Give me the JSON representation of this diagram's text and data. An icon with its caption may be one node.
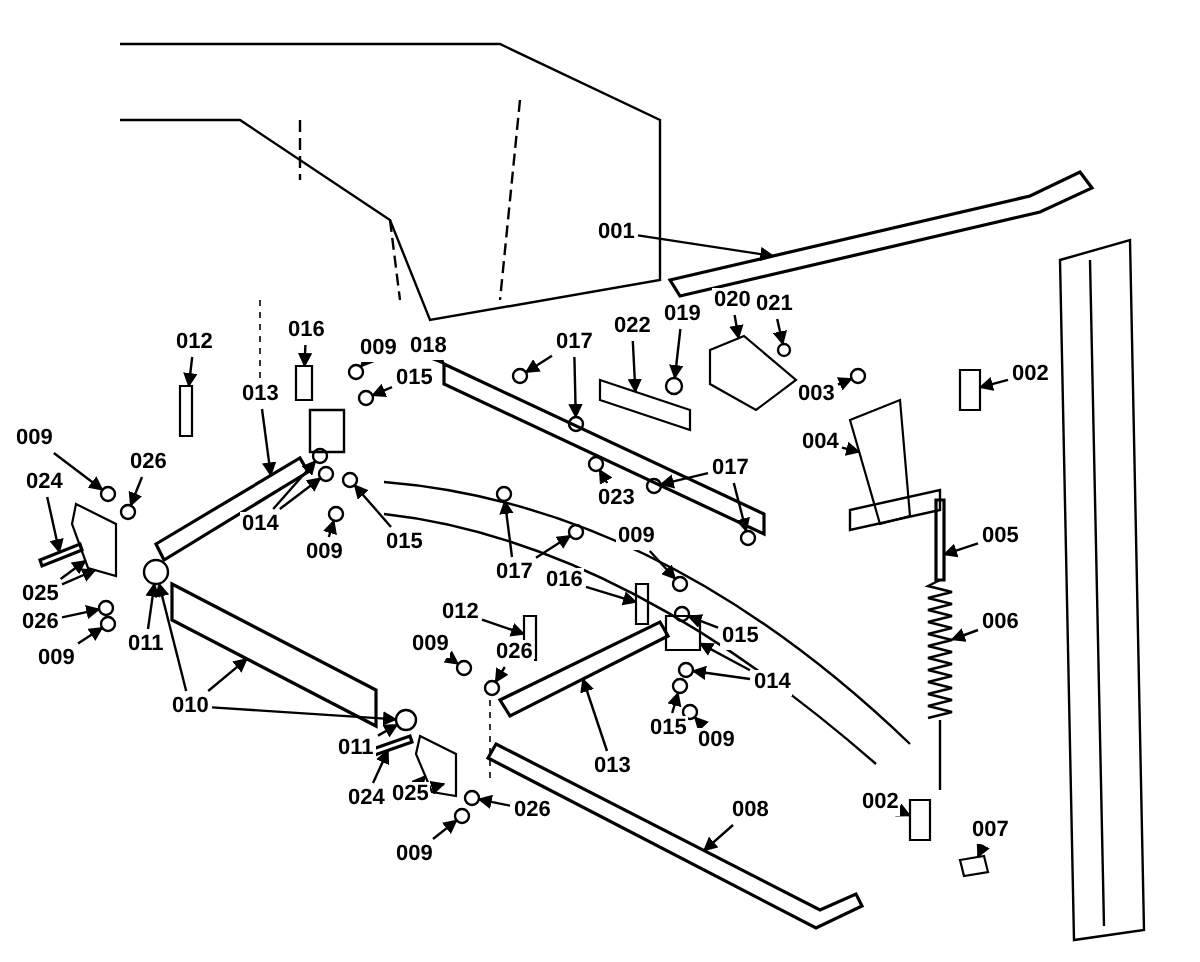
{
  "diagram": {
    "nodes": [
      {
        "text": [
          "001"
        ]
      },
      {
        "text": [
          "020"
        ]
      },
      {
        "text": [
          "021"
        ]
      },
      {
        "text": [
          "019"
        ]
      },
      {
        "text": [
          "022"
        ]
      },
      {
        "text": [
          "016"
        ]
      },
      {
        "text": [
          "017"
        ]
      },
      {
        "text": [
          "018"
        ]
      },
      {
        "text": [
          "009"
        ]
      },
      {
        "text": [
          "012"
        ]
      },
      {
        "text": [
          "002"
        ]
      },
      {
        "text": [
          "015"
        ]
      },
      {
        "text": [
          "003"
        ]
      },
      {
        "text": [
          "013"
        ]
      },
      {
        "text": [
          "009"
        ]
      },
      {
        "text": [
          "004"
        ]
      },
      {
        "text": [
          "026"
        ]
      },
      {
        "text": [
          "023"
        ]
      },
      {
        "text": [
          "017"
        ]
      },
      {
        "text": [
          "024"
        ]
      },
      {
        "text": [
          "014"
        ]
      },
      {
        "text": [
          "005"
        ]
      },
      {
        "text": [
          "015"
        ]
      },
      {
        "text": [
          "009"
        ]
      },
      {
        "text": [
          "017"
        ]
      },
      {
        "text": [
          "016"
        ]
      },
      {
        "text": [
          "025"
        ]
      },
      {
        "text": [
          "009"
        ]
      },
      {
        "text": [
          "012"
        ]
      },
      {
        "text": [
          "026"
        ]
      },
      {
        "text": [
          "006"
        ]
      },
      {
        "text": [
          "015"
        ]
      },
      {
        "text": [
          "011"
        ]
      },
      {
        "text": [
          "009"
        ]
      },
      {
        "text": [
          "009"
        ]
      },
      {
        "text": [
          "026"
        ]
      },
      {
        "text": [
          "014"
        ]
      },
      {
        "text": [
          "010"
        ]
      },
      {
        "text": [
          "015"
        ]
      },
      {
        "text": [
          "009"
        ]
      },
      {
        "text": [
          "011"
        ]
      },
      {
        "text": [
          "013"
        ]
      },
      {
        "text": [
          "024"
        ]
      },
      {
        "text": [
          "025"
        ]
      },
      {
        "text": [
          "002"
        ]
      },
      {
        "text": [
          "008"
        ]
      },
      {
        "text": [
          "026"
        ]
      },
      {
        "text": [
          "007"
        ]
      },
      {
        "text": [
          "009"
        ]
      },
      {
        "text": [],
        "shape": "bar"
      },
      {
        "text": [],
        "shape": "box"
      },
      {
        "text": [],
        "shape": "circle"
      },
      {
        "text": [],
        "shape": "circle"
      },
      {
        "text": [],
        "shape": "box"
      },
      {
        "text": [],
        "shape": "box"
      },
      {
        "text": [],
        "shape": "circle"
      },
      {
        "text": [],
        "shape": "circle"
      },
      {
        "text": [],
        "shape": "bar"
      },
      {
        "text": [],
        "shape": "circle"
      },
      {
        "text": [],
        "shape": "box"
      },
      {
        "text": [],
        "shape": "box"
      },
      {
        "text": [],
        "shape": "circle"
      },
      {
        "text": [],
        "shape": "circle"
      },
      {
        "text": [],
        "shape": "bar"
      },
      {
        "text": [],
        "shape": "circle"
      },
      {
        "text": [],
        "shape": "box"
      },
      {
        "text": [],
        "shape": "circle"
      },
      {
        "text": [],
        "shape": "circle"
      },
      {
        "text": [],
        "shape": "circle"
      },
      {
        "text": [],
        "shape": "circle"
      },
      {
        "text": [],
        "shape": "bar"
      },
      {
        "text": [],
        "shape": "circle"
      },
      {
        "text": [],
        "shape": "circle"
      },
      {
        "text": [],
        "shape": "bar"
      },
      {
        "text": [],
        "shape": "circle"
      },
      {
        "text": [],
        "shape": "circle"
      },
      {
        "text": [],
        "shape": "circle"
      },
      {
        "text": [],
        "shape": "circle"
      },
      {
        "text": [],
        "shape": "box"
      },
      {
        "text": [],
        "shape": "box"
      },
      {
        "text": [],
        "shape": "circle"
      },
      {
        "text": [],
        "shape": "box"
      },
      {
        "text": [],
        "shape": "circle"
      },
      {
        "text": [],
        "shape": "picture"
      },
      {
        "text": [],
        "shape": "circle"
      },
      {
        "text": [],
        "shape": "circle"
      },
      {
        "text": [],
        "shape": "circle"
      },
      {
        "text": [],
        "shape": "circle"
      },
      {
        "text": [],
        "shape": "circle"
      },
      {
        "text": [],
        "shape": "box"
      },
      {
        "text": [],
        "shape": "circle"
      },
      {
        "text": [],
        "shape": "bar"
      },
      {
        "text": [],
        "shape": "circle"
      },
      {
        "text": [],
        "shape": "circle"
      },
      {
        "text": [],
        "shape": "circle"
      },
      {
        "text": [],
        "shape": "bar"
      },
      {
        "text": [],
        "shape": "bar"
      },
      {
        "text": [],
        "shape": "box"
      },
      {
        "text": [],
        "shape": "box"
      },
      {
        "text": [],
        "shape": "bar"
      },
      {
        "text": [],
        "shape": "circle"
      },
      {
        "text": [],
        "shape": "box"
      },
      {
        "text": [],
        "shape": "circle"
      }
    ],
    "edges": [
      {
        "from": 0,
        "to": 49,
        "arrow": "to"
      },
      {
        "from": 1,
        "to": 50,
        "arrow": "to"
      },
      {
        "from": 2,
        "to": 51,
        "arrow": "to"
      },
      {
        "from": 3,
        "to": 52,
        "arrow": "to"
      },
      {
        "from": 4,
        "to": 53,
        "arrow": "to"
      },
      {
        "from": 5,
        "to": 54,
        "arrow": "to"
      },
      {
        "from": 6,
        "to": 55,
        "arrow": "to"
      },
      {
        "from": 6,
        "to": 56,
        "arrow": "to"
      },
      {
        "from": 7,
        "to": 57,
        "arrow": "to"
      },
      {
        "from": 8,
        "to": 58,
        "arrow": "to"
      },
      {
        "from": 9,
        "to": 59,
        "arrow": "to"
      },
      {
        "from": 10,
        "to": 60,
        "arrow": "to"
      },
      {
        "from": 11,
        "to": 61,
        "arrow": "to"
      },
      {
        "from": 12,
        "to": 62,
        "arrow": "to"
      },
      {
        "from": 13,
        "to": 63,
        "arrow": "to"
      },
      {
        "from": 14,
        "to": 64,
        "arrow": "to"
      },
      {
        "from": 15,
        "to": 65,
        "arrow": "to"
      },
      {
        "from": 16,
        "to": 66,
        "arrow": "to"
      },
      {
        "from": 17,
        "to": 67,
        "arrow": "to"
      },
      {
        "from": 18,
        "to": 68,
        "arrow": "to"
      },
      {
        "from": 18,
        "to": 69,
        "arrow": "to"
      },
      {
        "from": 19,
        "to": 70,
        "arrow": "to"
      },
      {
        "from": 20,
        "to": 71,
        "arrow": "to"
      },
      {
        "from": 20,
        "to": 72,
        "arrow": "to"
      },
      {
        "from": 21,
        "to": 73,
        "arrow": "to"
      },
      {
        "from": 22,
        "to": 74,
        "arrow": "to"
      },
      {
        "from": 23,
        "to": 75,
        "arrow": "to"
      },
      {
        "from": 24,
        "to": 76,
        "arrow": "to"
      },
      {
        "from": 24,
        "to": 77,
        "arrow": "to"
      },
      {
        "from": 25,
        "to": 78,
        "arrow": "to"
      },
      {
        "from": 26,
        "to": 79,
        "arrow": "to"
      },
      {
        "from": 26,
        "to": 79,
        "arrow": "to"
      },
      {
        "from": 27,
        "to": 80,
        "arrow": "to"
      },
      {
        "from": 28,
        "to": 81,
        "arrow": "to"
      },
      {
        "from": 29,
        "to": 82,
        "arrow": "to"
      },
      {
        "from": 30,
        "to": 83,
        "arrow": "to"
      },
      {
        "from": 31,
        "to": 84,
        "arrow": "to"
      },
      {
        "from": 32,
        "to": 85,
        "arrow": "to"
      },
      {
        "from": 33,
        "to": 86,
        "arrow": "to"
      },
      {
        "from": 34,
        "to": 87,
        "arrow": "to"
      },
      {
        "from": 35,
        "to": 88,
        "arrow": "to"
      },
      {
        "from": 36,
        "to": 89,
        "arrow": "to"
      },
      {
        "from": 36,
        "to": 90,
        "arrow": "to"
      },
      {
        "from": 37,
        "to": 85,
        "arrow": "to"
      },
      {
        "from": 37,
        "to": 91,
        "arrow": "to"
      },
      {
        "from": 37,
        "to": 92,
        "arrow": "to"
      },
      {
        "from": 38,
        "to": 93,
        "arrow": "to"
      },
      {
        "from": 39,
        "to": 94,
        "arrow": "to"
      },
      {
        "from": 40,
        "to": 92,
        "arrow": "to"
      },
      {
        "from": 41,
        "to": 95,
        "arrow": "to"
      },
      {
        "from": 42,
        "to": 96,
        "arrow": "to"
      },
      {
        "from": 43,
        "to": 97,
        "arrow": "to"
      },
      {
        "from": 43,
        "to": 97,
        "arrow": "to"
      },
      {
        "from": 44,
        "to": 98,
        "arrow": "to"
      },
      {
        "from": 45,
        "to": 99,
        "arrow": "to"
      },
      {
        "from": 46,
        "to": 100,
        "arrow": "to"
      },
      {
        "from": 47,
        "to": 101,
        "arrow": "to"
      },
      {
        "from": 48,
        "to": 102,
        "arrow": "to"
      }
    ]
  }
}
